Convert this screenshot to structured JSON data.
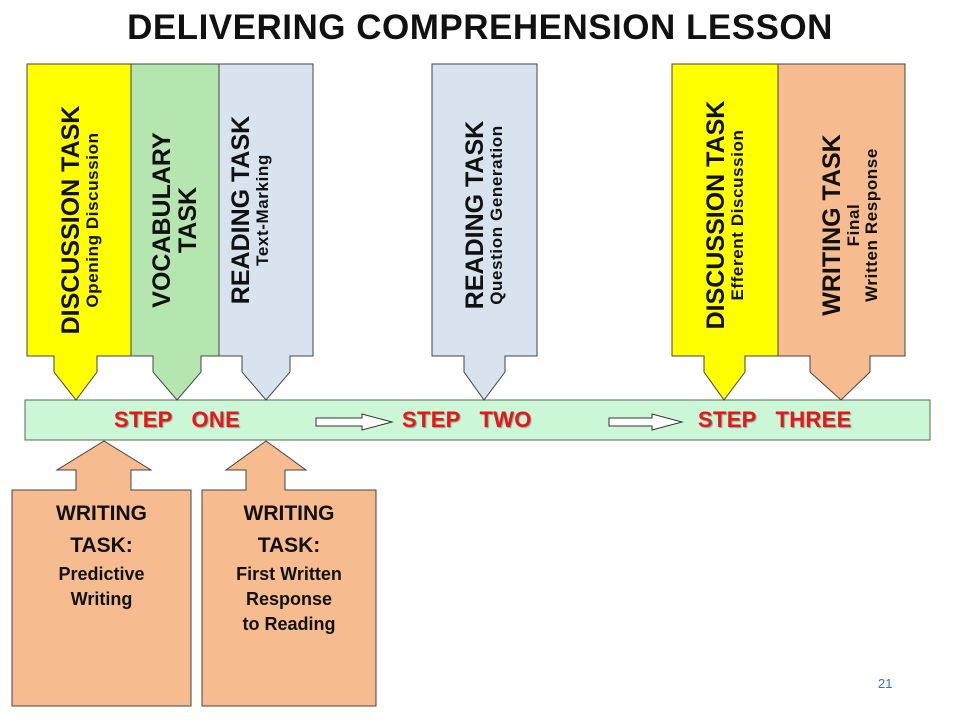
{
  "title": "DELIVERING COMPREHENSION LESSON",
  "colors": {
    "discussion": "#ffff00",
    "vocabulary": "#b6e6b0",
    "reading": "#d9e3f0",
    "writing": "#f6bb8e",
    "timeline": "#ccf7d6",
    "step_text": "#e8151b",
    "page_number": "#3a6fb0"
  },
  "top_tasks": [
    {
      "main": "DISCUSSION TASK",
      "sub": "Opening Discussion"
    },
    {
      "main": "VOCABULARY TASK",
      "sub": ""
    },
    {
      "main": "READING TASK",
      "sub": "Text-Marking"
    },
    {
      "main": "READING TASK",
      "sub": "Question Generation"
    },
    {
      "main": "DISCUSSION TASK",
      "sub": "Efferent Discussion"
    },
    {
      "main": "WRITING TASK",
      "sub": "Final",
      "sub2": "Written Response"
    }
  ],
  "vocab_lines": [
    "VOCABULARY",
    "TASK"
  ],
  "steps": [
    "STEP   ONE",
    "STEP   TWO",
    "STEP   THREE"
  ],
  "bottom_tasks": [
    {
      "main": [
        "WRITING",
        "TASK:"
      ],
      "sub": [
        "Predictive",
        "Writing"
      ]
    },
    {
      "main": [
        "WRITING",
        "TASK:"
      ],
      "sub": [
        "First Written",
        "Response",
        "to Reading"
      ]
    }
  ],
  "page_number": "21"
}
